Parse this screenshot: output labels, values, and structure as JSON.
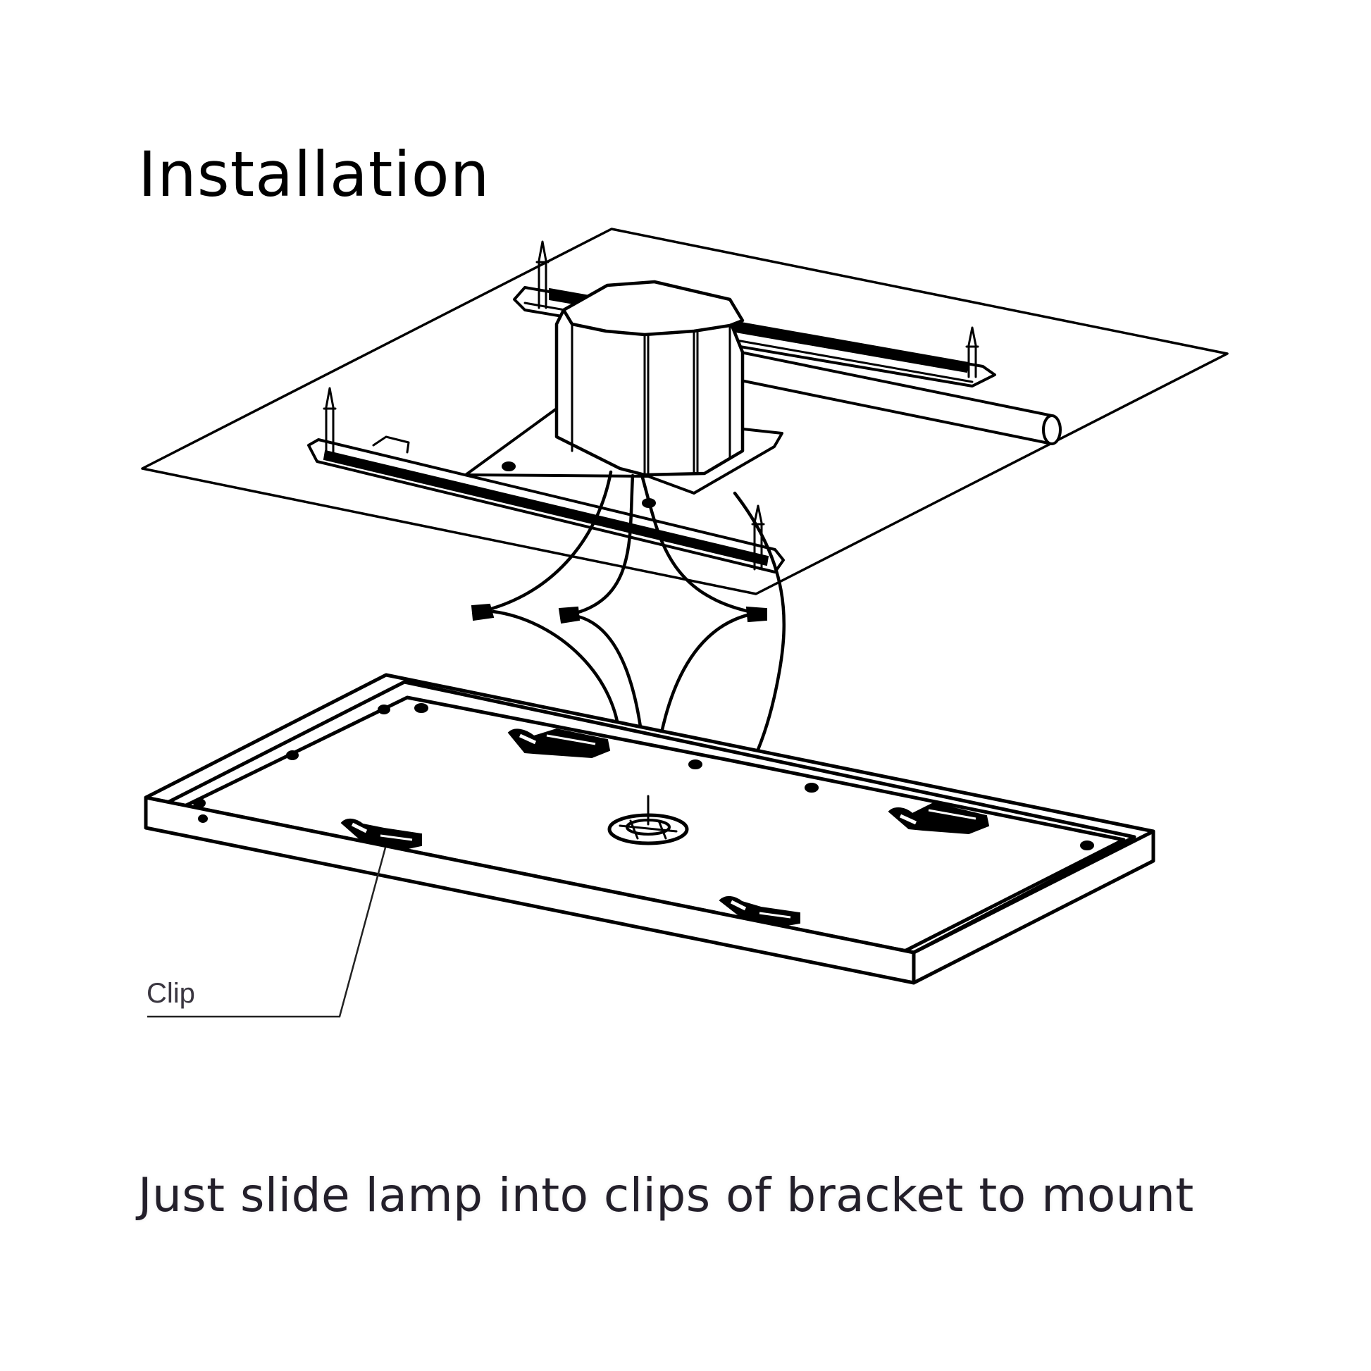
{
  "page": {
    "title": "Installation",
    "caption": "Just slide lamp into clips of bracket to mount"
  },
  "diagram": {
    "callouts": [
      {
        "label": "Clip"
      }
    ],
    "components": [
      "ceiling-plane",
      "junction-box",
      "conduit",
      "mounting-bracket-rail",
      "mounting-nail",
      "wire-connector",
      "lamp-panel-frame",
      "panel-clip",
      "cable-grommet"
    ]
  },
  "colors": {
    "background": "#ffffff",
    "line": "#000000",
    "caption_text": "#231f2a"
  }
}
